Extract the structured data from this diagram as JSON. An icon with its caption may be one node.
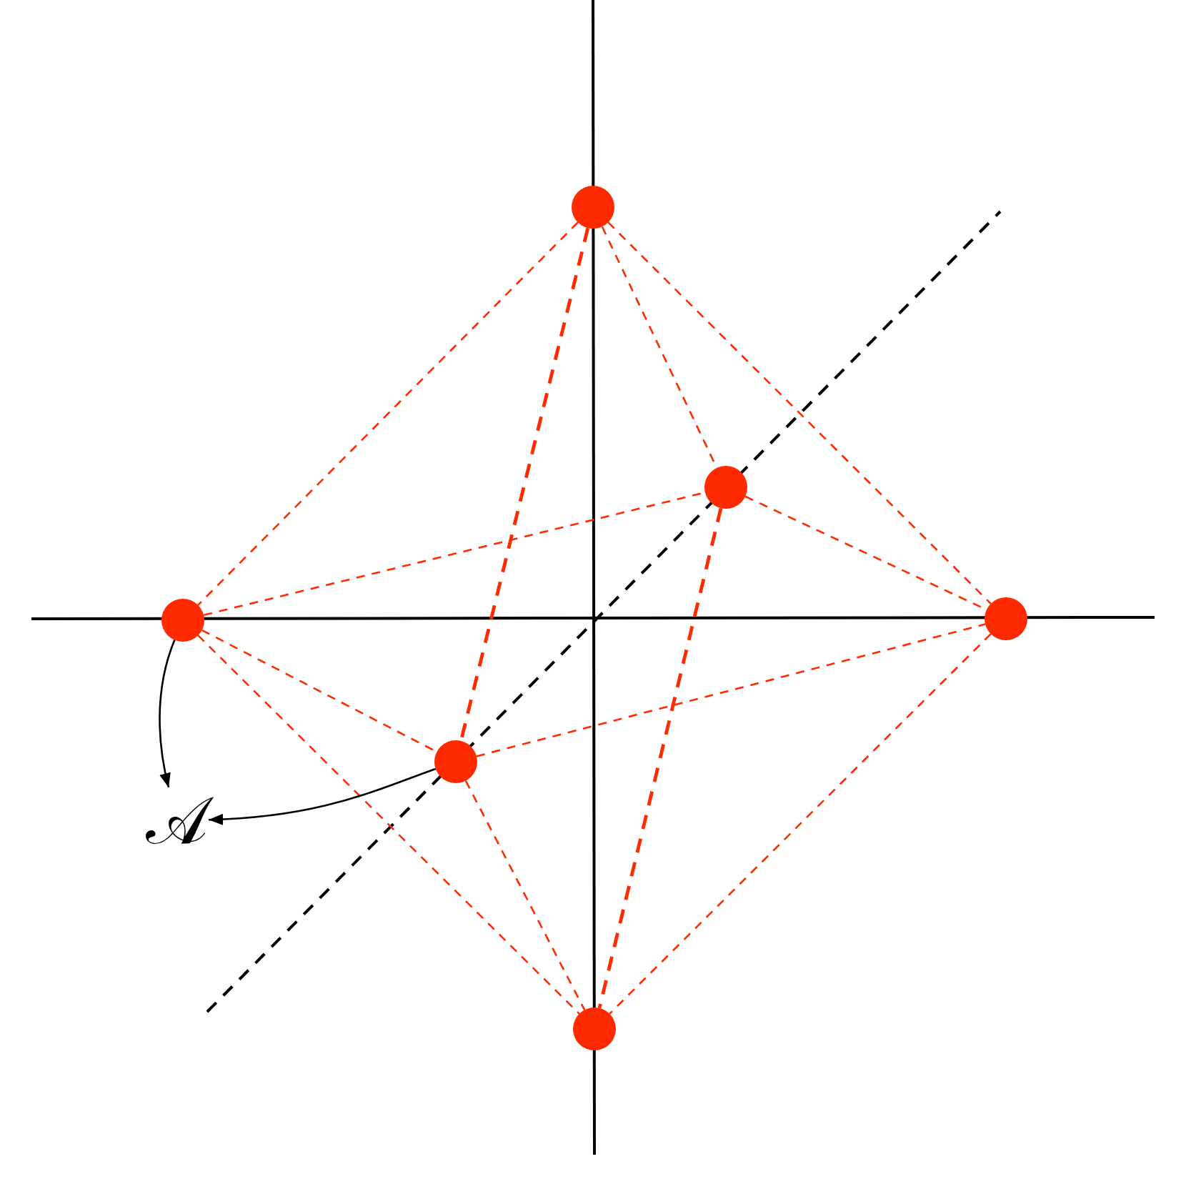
{
  "diagram": {
    "nodes": [
      {
        "text": [],
        "shape": "circle"
      },
      {
        "text": [],
        "shape": "circle"
      },
      {
        "text": [],
        "shape": "circle"
      },
      {
        "text": [],
        "shape": "circle"
      },
      {
        "text": [],
        "shape": "circle"
      },
      {
        "text": [
          "𝒜"
        ]
      },
      {
        "text": [],
        "shape": "circle"
      }
    ],
    "edges": [
      {
        "from": 0,
        "to": 2,
        "arrow": "none",
        "style": "dashed"
      },
      {
        "from": 0,
        "to": 4,
        "arrow": "none",
        "style": "dashed"
      },
      {
        "from": 0,
        "to": 1,
        "arrow": "none",
        "style": "dashed"
      },
      {
        "from": 0,
        "to": 3,
        "arrow": "none",
        "style": "dashed"
      },
      {
        "from": 2,
        "to": 1,
        "arrow": "none",
        "style": "dashed"
      },
      {
        "from": 1,
        "to": 3,
        "arrow": "none",
        "style": "dashed"
      },
      {
        "from": 2,
        "to": 4,
        "arrow": "none",
        "style": "dashed"
      },
      {
        "from": 4,
        "to": 3,
        "arrow": "none",
        "style": "dashed"
      },
      {
        "from": 2,
        "to": 6,
        "arrow": "none",
        "style": "dashed"
      },
      {
        "from": 4,
        "to": 6,
        "arrow": "none",
        "style": "dashed"
      },
      {
        "from": 1,
        "to": 6,
        "arrow": "none",
        "style": "dashed"
      },
      {
        "from": 3,
        "to": 6,
        "arrow": "none",
        "style": "dashed"
      },
      {
        "from": 2,
        "to": 5,
        "arrow": "to",
        "color": "#000000"
      },
      {
        "from": 4,
        "to": 5,
        "arrow": "to",
        "color": "#000000"
      }
    ]
  }
}
